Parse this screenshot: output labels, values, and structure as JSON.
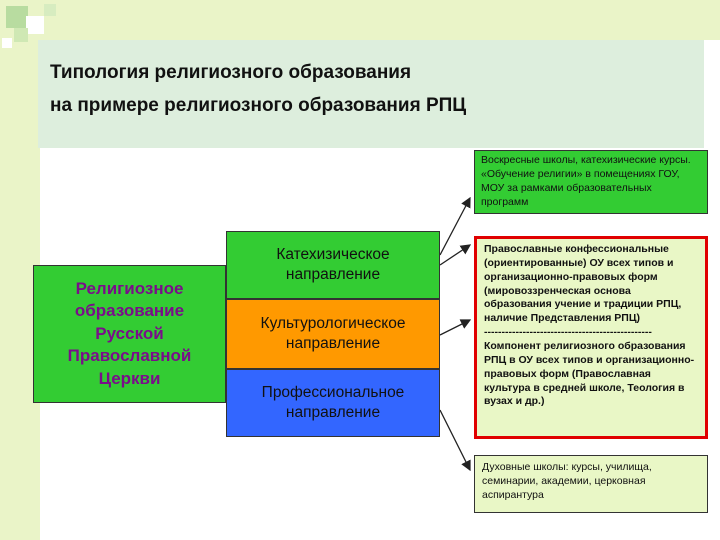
{
  "title": {
    "line1": "Типология религиозного образования",
    "line2": "на примере религиозного образования РПЦ"
  },
  "root": {
    "lines": [
      "Религиозное",
      "образование",
      "Русской",
      "Православной",
      "Церкви"
    ]
  },
  "directions": {
    "catechetical": [
      "Катехизическое",
      "направление"
    ],
    "culturological": [
      "Культурологическое",
      "направление"
    ],
    "professional": [
      "Профессиональное",
      "направление"
    ]
  },
  "info": {
    "sunday_schools": "Воскресные школы, катехизические курсы. «Обучение религии» в помещениях ГОУ, МОУ за рамками образовательных программ",
    "confessional": "Православные конфессиональные (ориентированные) ОУ всех типов и организационно-правовых форм (мировоззренческая основа образования учение и традиции РПЦ, наличие Представления РПЦ)",
    "separator": "------------------------------------------------",
    "component": "Компонент религиозного образования РПЦ в ОУ всех типов и организационно-правовых форм (Православная культура в средней школе, Теология в вузах и др.)",
    "spiritual_schools": "Духовные школы: курсы, училища, семинарии, академии, церковная аспирантура"
  },
  "colors": {
    "green": "#33cc33",
    "orange": "#ff9900",
    "blue": "#3366ff",
    "light_green": "#e9f7c6",
    "highlight_border": "#e00000",
    "root_text": "#7a0e8a"
  }
}
